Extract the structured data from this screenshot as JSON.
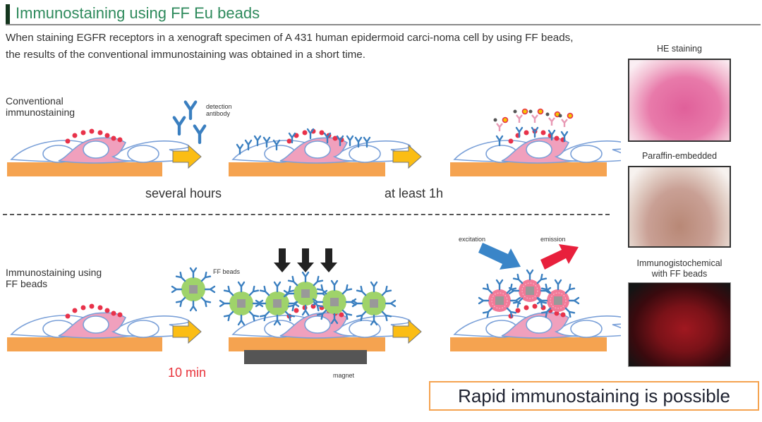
{
  "header": {
    "title": "Immunostaining using FF Eu beads"
  },
  "intro": {
    "text": "When staining EGFR receptors in a xenograft specimen of A 431 human  epidermoid carci-noma cell by using FF beads, the results of the conventional immunostaining was obtained in a short time."
  },
  "conventional": {
    "label_line1": "Conventional",
    "label_line2": "immunostaining",
    "detection_label_line1": "detection",
    "detection_label_line2": "antibody",
    "time1": "several hours",
    "time2": "at least 1h"
  },
  "ff_method": {
    "label_line1": "Immunostaining using",
    "label_line2": "FF beads",
    "beads_label": "FF beads",
    "magnet_label": "magnet",
    "excitation_label": "excitation",
    "emission_label": "emission",
    "time1": "10 min"
  },
  "panels": [
    {
      "title": "HE staining"
    },
    {
      "title": "Paraffin-embedded"
    },
    {
      "title_line1": "Immunogistochemical",
      "title_line2": "with FF beads"
    }
  ],
  "conclusion": "Rapid immunostaining is possible",
  "colors": {
    "title_green": "#2e8a5c",
    "substrate_orange": "#f5a350",
    "arrow_yellow": "#fbbd14",
    "cell_outline_blue": "#7aa0d8",
    "target_cell_pink": "#f0a0bd",
    "antigen_red": "#e8324a",
    "antibody_blue": "#3a7fc0",
    "bead_green": "#9fd36a",
    "bead_pink": "#f27a98",
    "excitation_blue": "#3a85c8",
    "emission_red": "#e8203c",
    "magnet_gray": "#555555",
    "highlight_red": "#e8323a"
  }
}
